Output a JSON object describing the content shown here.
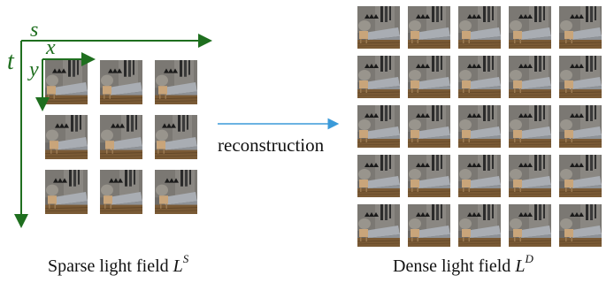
{
  "axes": {
    "s": "s",
    "t": "t",
    "x": "x",
    "y": "y"
  },
  "arrow_label": "reconstruction",
  "sparse": {
    "caption_text": "Sparse light field ",
    "symbol": "L",
    "superscript": "S",
    "rows": 3,
    "cols": 3
  },
  "dense": {
    "caption_text": "Dense light field ",
    "symbol": "L",
    "superscript": "D",
    "rows": 5,
    "cols": 5
  },
  "colors": {
    "axis_green": "#1f6f1f",
    "arrow_blue": "#3a9ad9",
    "text": "#111111"
  }
}
